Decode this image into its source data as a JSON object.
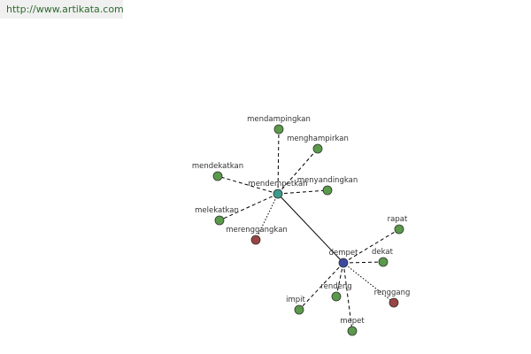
{
  "source_url": "http://www.artikata.com",
  "colors": {
    "edge": "#000000",
    "node_outline": "#333333",
    "synonym_node": "#5a9a4a",
    "antonym_node": "#9a4444",
    "hub_mendempetkan": "#3e9a8a",
    "hub_dempet": "#3b4aa0",
    "url_text": "#2f6b2f"
  },
  "nodes": [
    {
      "id": "mendempetkan",
      "label": "mendempetkan",
      "kind": "hub_mendempetkan"
    },
    {
      "id": "dempet",
      "label": "dempet",
      "kind": "hub_dempet"
    },
    {
      "id": "mendampingkan",
      "label": "mendampingkan",
      "kind": "synonym_node"
    },
    {
      "id": "menghampirkan",
      "label": "menghampirkan",
      "kind": "synonym_node"
    },
    {
      "id": "mendekatkan",
      "label": "mendekatkan",
      "kind": "synonym_node"
    },
    {
      "id": "menyandingkan",
      "label": "menyandingkan",
      "kind": "synonym_node"
    },
    {
      "id": "melekatkan",
      "label": "melekatkan",
      "kind": "synonym_node"
    },
    {
      "id": "merenggangkan",
      "label": "merenggangkan",
      "kind": "antonym_node"
    },
    {
      "id": "rapat",
      "label": "rapat",
      "kind": "synonym_node"
    },
    {
      "id": "dekat",
      "label": "dekat",
      "kind": "synonym_node"
    },
    {
      "id": "renggang",
      "label": "renggang",
      "kind": "antonym_node"
    },
    {
      "id": "rendeng",
      "label": "rendeng",
      "kind": "synonym_node"
    },
    {
      "id": "impit",
      "label": "impit",
      "kind": "synonym_node"
    },
    {
      "id": "mepet",
      "label": "mepet",
      "kind": "synonym_node"
    }
  ],
  "edges": [
    {
      "from": "mendempetkan",
      "to": "dempet",
      "style": "solid"
    },
    {
      "from": "mendempetkan",
      "to": "mendampingkan",
      "style": "dashed"
    },
    {
      "from": "mendempetkan",
      "to": "menghampirkan",
      "style": "dashed"
    },
    {
      "from": "mendempetkan",
      "to": "mendekatkan",
      "style": "dashed"
    },
    {
      "from": "mendempetkan",
      "to": "menyandingkan",
      "style": "dashed"
    },
    {
      "from": "mendempetkan",
      "to": "melekatkan",
      "style": "dashed"
    },
    {
      "from": "mendempetkan",
      "to": "merenggangkan",
      "style": "dotted"
    },
    {
      "from": "dempet",
      "to": "rapat",
      "style": "dashed"
    },
    {
      "from": "dempet",
      "to": "dekat",
      "style": "dashed"
    },
    {
      "from": "dempet",
      "to": "renggang",
      "style": "dotted"
    },
    {
      "from": "dempet",
      "to": "rendeng",
      "style": "dashed"
    },
    {
      "from": "dempet",
      "to": "impit",
      "style": "dashed"
    },
    {
      "from": "dempet",
      "to": "mepet",
      "style": "dashed"
    }
  ]
}
